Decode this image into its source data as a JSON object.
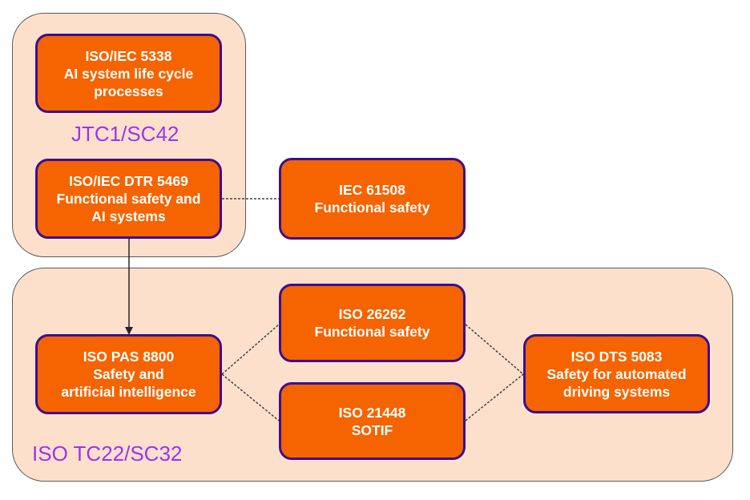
{
  "groups": {
    "jtc1": {
      "label": "JTC1/SC42"
    },
    "tc22": {
      "label": "ISO TC22/SC32"
    }
  },
  "nodes": {
    "iso_iec_5338": {
      "title": "ISO/IEC 5338",
      "text": "ISO/IEC 5338\nAI system life cycle\nprocesses"
    },
    "iso_iec_dtr_5469": {
      "title": "ISO/IEC DTR 5469",
      "text": "ISO/IEC DTR 5469\nFunctional safety and\nAI systems"
    },
    "iec_61508": {
      "title": "IEC 61508",
      "text": "IEC 61508\nFunctional safety"
    },
    "iso_pas_8800": {
      "title": "ISO PAS 8800",
      "text": "ISO PAS 8800\nSafety and\nartificial intelligence"
    },
    "iso_26262": {
      "title": "ISO 26262",
      "text": "ISO 26262\nFunctional safety"
    },
    "iso_21448": {
      "title": "ISO 21448",
      "text": "ISO 21448\nSOTIF"
    },
    "iso_dts_5083": {
      "title": "ISO DTS 5083",
      "text": "ISO DTS 5083\nSafety for automated\ndriving systems"
    }
  },
  "edges": [
    {
      "from": "iso_iec_dtr_5469",
      "to": "iec_61508",
      "style": "dotted"
    },
    {
      "from": "iso_iec_dtr_5469",
      "to": "iso_pas_8800",
      "style": "solid-arrow"
    },
    {
      "from": "iso_pas_8800",
      "to": "iso_26262",
      "style": "dotted"
    },
    {
      "from": "iso_pas_8800",
      "to": "iso_21448",
      "style": "dotted"
    },
    {
      "from": "iso_26262",
      "to": "iso_dts_5083",
      "style": "dotted"
    },
    {
      "from": "iso_21448",
      "to": "iso_dts_5083",
      "style": "dotted"
    }
  ],
  "colors": {
    "group_fill": "#fde0cc",
    "node_fill": "#f56400",
    "node_border": "#3d0f8a",
    "label_purple": "#9a35e8"
  }
}
